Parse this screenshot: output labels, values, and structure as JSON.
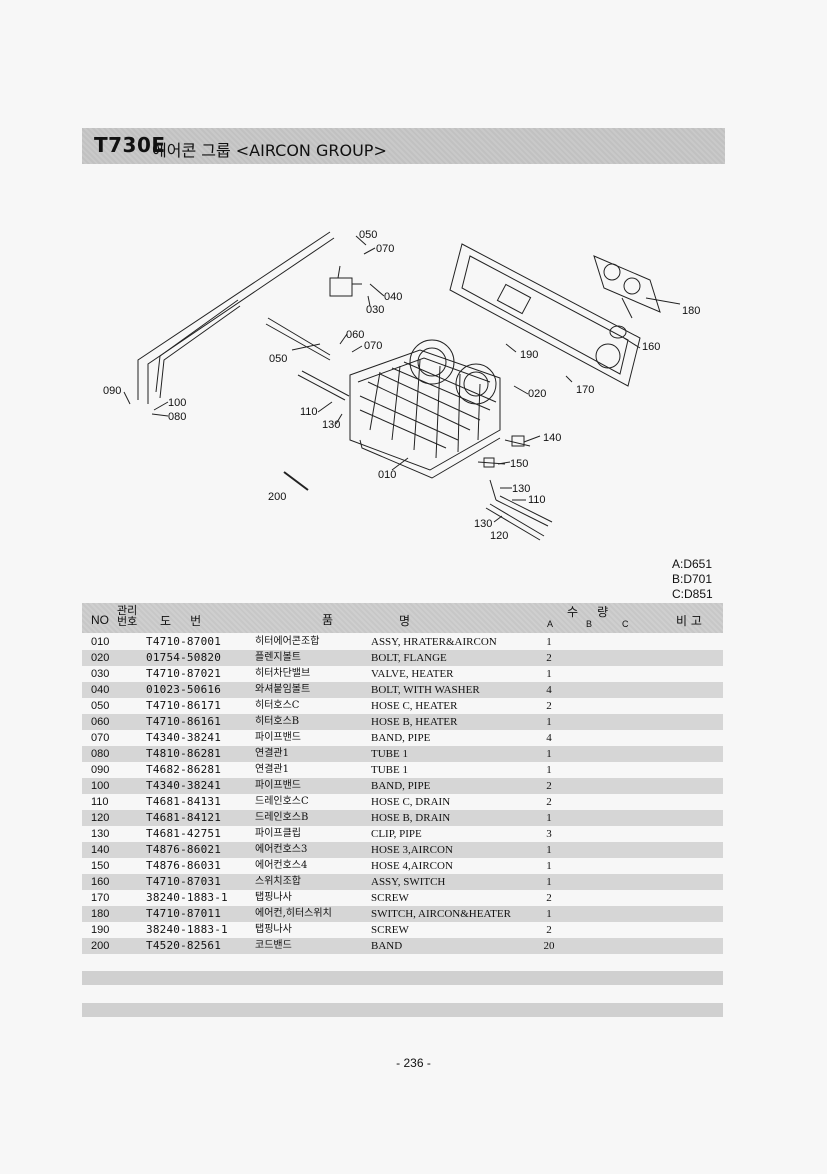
{
  "title": {
    "code": "T730E",
    "text": "에어콘 그룹 <AIRCON GROUP>"
  },
  "diagram_labels": [
    "050",
    "070",
    "040",
    "030",
    "060",
    "070",
    "050",
    "090",
    "100",
    "080",
    "110",
    "130",
    "010",
    "190",
    "020",
    "170",
    "180",
    "160",
    "140",
    "150",
    "130",
    "110",
    "130",
    "120",
    "200"
  ],
  "variants": [
    "A:D651",
    "B:D701",
    "C:D851"
  ],
  "table_header": {
    "no": "NO",
    "mgmt": "관리\n번호",
    "drawing": "도     번",
    "part_name_1": "품",
    "part_name_2": "명",
    "qty": "수     량",
    "qty_a": "A",
    "qty_b": "B",
    "qty_c": "C",
    "remarks": "비 고"
  },
  "rows": [
    {
      "no": "010",
      "part": "T4710-87001",
      "kr": "히터에어콘조합",
      "en": "ASSY, HRATER&AIRCON",
      "qty_a": "1"
    },
    {
      "no": "020",
      "part": "01754-50820",
      "kr": "플렌지볼트",
      "en": "BOLT, FLANGE",
      "qty_a": "2"
    },
    {
      "no": "030",
      "part": "T4710-87021",
      "kr": "히터차단밸브",
      "en": "VALVE, HEATER",
      "qty_a": "1"
    },
    {
      "no": "040",
      "part": "01023-50616",
      "kr": "와셔붙임볼트",
      "en": "BOLT, WITH WASHER",
      "qty_a": "4"
    },
    {
      "no": "050",
      "part": "T4710-86171",
      "kr": "히터호스C",
      "en": "HOSE C, HEATER",
      "qty_a": "2"
    },
    {
      "no": "060",
      "part": "T4710-86161",
      "kr": "히터호스B",
      "en": "HOSE B, HEATER",
      "qty_a": "1"
    },
    {
      "no": "070",
      "part": "T4340-38241",
      "kr": "파이프밴드",
      "en": "BAND, PIPE",
      "qty_a": "4"
    },
    {
      "no": "080",
      "part": "T4810-86281",
      "kr": "연결관1",
      "en": "TUBE 1",
      "qty_a": "1"
    },
    {
      "no": "090",
      "part": "T4682-86281",
      "kr": "연결관1",
      "en": "TUBE 1",
      "qty_a": "1"
    },
    {
      "no": "100",
      "part": "T4340-38241",
      "kr": "파이프밴드",
      "en": "BAND, PIPE",
      "qty_a": "2"
    },
    {
      "no": "110",
      "part": "T4681-84131",
      "kr": "드레인호스C",
      "en": "HOSE C, DRAIN",
      "qty_a": "2"
    },
    {
      "no": "120",
      "part": "T4681-84121",
      "kr": "드레인호스B",
      "en": "HOSE B, DRAIN",
      "qty_a": "1"
    },
    {
      "no": "130",
      "part": "T4681-42751",
      "kr": "파이프클립",
      "en": "CLIP, PIPE",
      "qty_a": "3"
    },
    {
      "no": "140",
      "part": "T4876-86021",
      "kr": "에어컨호스3",
      "en": "HOSE 3,AIRCON",
      "qty_a": "1"
    },
    {
      "no": "150",
      "part": "T4876-86031",
      "kr": "에어컨호스4",
      "en": "HOSE 4,AIRCON",
      "qty_a": "1"
    },
    {
      "no": "160",
      "part": "T4710-87031",
      "kr": "스위치조합",
      "en": "ASSY, SWITCH",
      "qty_a": "1"
    },
    {
      "no": "170",
      "part": "38240-1883-1",
      "kr": "탭핑나사",
      "en": "SCREW",
      "qty_a": "2"
    },
    {
      "no": "180",
      "part": "T4710-87011",
      "kr": "에어컨,히터스위치",
      "en": "SWITCH, AIRCON&HEATER",
      "qty_a": "1"
    },
    {
      "no": "190",
      "part": "38240-1883-1",
      "kr": "탭핑나사",
      "en": "SCREW",
      "qty_a": "2"
    },
    {
      "no": "200",
      "part": "T4520-82561",
      "kr": "코드밴드",
      "en": "BAND",
      "qty_a": "20"
    }
  ],
  "page_number": "- 236 -"
}
